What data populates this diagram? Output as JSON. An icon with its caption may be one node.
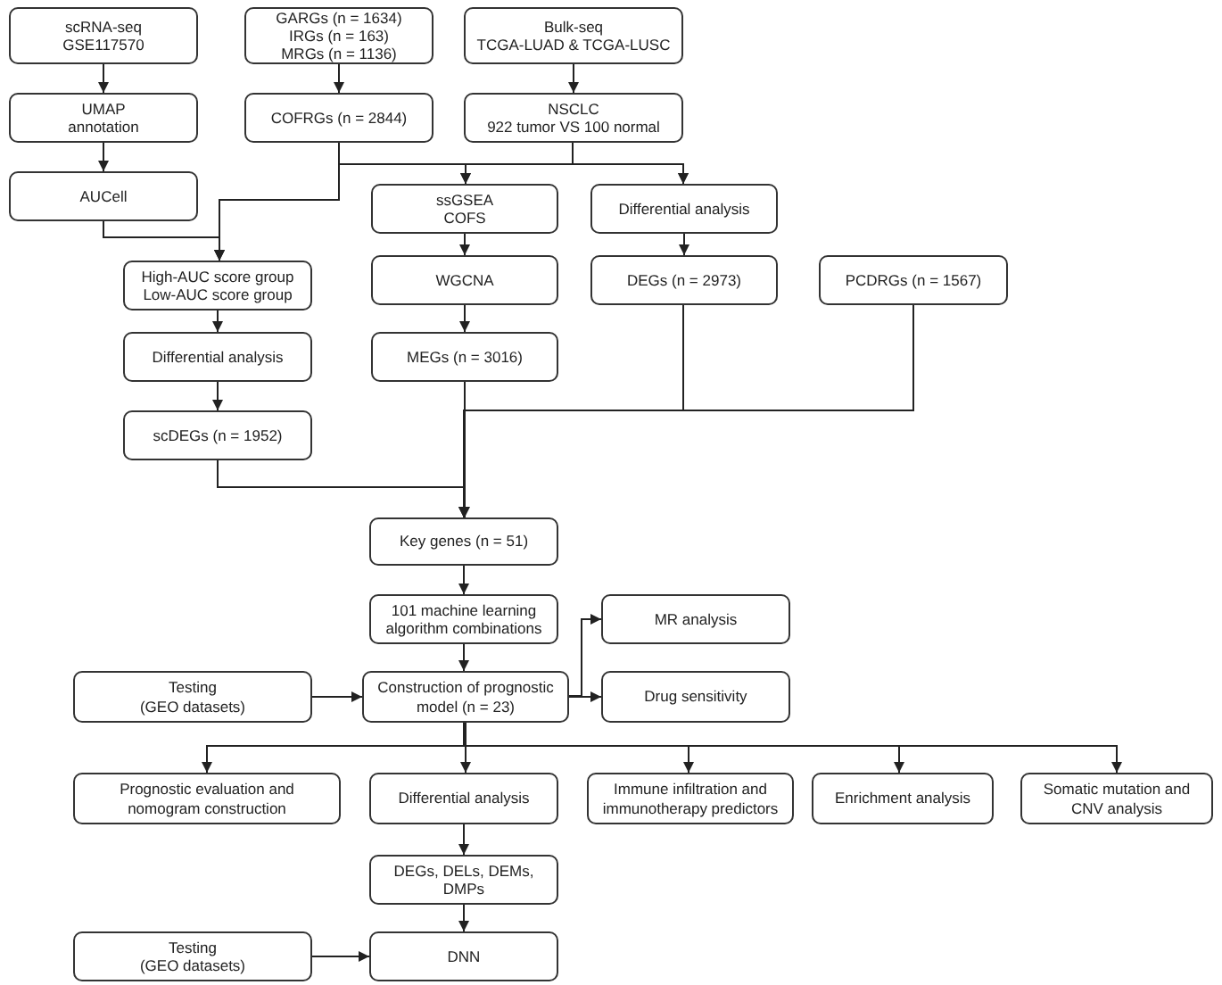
{
  "diagram": {
    "nodes": [
      {
        "text": [
          "scRNA-seq",
          "GSE117570"
        ]
      },
      {
        "text": [
          "GARGs (n = 1634)",
          "IRGs (n = 163)",
          "MRGs (n = 1136)"
        ]
      },
      {
        "text": [
          "Bulk-seq",
          "TCGA-LUAD & TCGA-LUSC"
        ]
      },
      {
        "text": [
          "UMAP",
          "annotation"
        ]
      },
      {
        "text": [
          "COFRGs (n = 2844)"
        ]
      },
      {
        "text": [
          "NSCLC",
          "922 tumor VS 100 normal"
        ]
      },
      {
        "text": [
          "AUCell"
        ]
      },
      {
        "text": [
          "ssGSEA",
          "COFS"
        ]
      },
      {
        "text": [
          "Differential analysis"
        ]
      },
      {
        "text": [
          "High-AUC score group",
          "Low-AUC score group"
        ]
      },
      {
        "text": [
          "WGCNA"
        ]
      },
      {
        "text": [
          "DEGs (n = 2973)"
        ]
      },
      {
        "text": [
          "PCDRGs (n = 1567)"
        ]
      },
      {
        "text": [
          "Differential analysis"
        ]
      },
      {
        "text": [
          "MEGs (n = 3016)"
        ]
      },
      {
        "text": [
          "scDEGs (n = 1952)"
        ]
      },
      {
        "text": [
          "Key genes (n = 51)"
        ]
      },
      {
        "text": [
          "101 machine learning algorithm combinations"
        ]
      },
      {
        "text": [
          "MR analysis"
        ]
      },
      {
        "text": [
          "Testing",
          "(GEO datasets)"
        ]
      },
      {
        "text": [
          "Construction of prognostic model (n = 23)"
        ]
      },
      {
        "text": [
          "Drug sensitivity"
        ]
      },
      {
        "text": [
          "Prognostic evaluation and nomogram construction"
        ]
      },
      {
        "text": [
          "Differential analysis"
        ]
      },
      {
        "text": [
          "Immune infiltration and immunotherapy predictors"
        ]
      },
      {
        "text": [
          "Enrichment analysis"
        ]
      },
      {
        "text": [
          "Somatic mutation and CNV analysis"
        ]
      },
      {
        "text": [
          "DEGs, DELs, DEMs, DMPs"
        ]
      },
      {
        "text": [
          "Testing",
          "(GEO datasets)"
        ]
      },
      {
        "text": [
          "DNN"
        ]
      }
    ],
    "edges": [
      {
        "from": 0,
        "to": 3,
        "arrow": "to"
      },
      {
        "from": 3,
        "to": 6,
        "arrow": "to"
      },
      {
        "from": 1,
        "to": 4,
        "arrow": "to"
      },
      {
        "from": 2,
        "to": 5,
        "arrow": "to"
      },
      {
        "from": 4,
        "to": 7,
        "arrow": "to"
      },
      {
        "from": 4,
        "to": 8,
        "arrow": "to"
      },
      {
        "from": 5,
        "to": 7,
        "arrow": "to"
      },
      {
        "from": 5,
        "to": 8,
        "arrow": "to"
      },
      {
        "from": 4,
        "to": 9,
        "arrow": "to"
      },
      {
        "from": 5,
        "to": 9,
        "arrow": "to"
      },
      {
        "from": 6,
        "to": 9,
        "arrow": "to"
      },
      {
        "from": 9,
        "to": 13,
        "arrow": "to"
      },
      {
        "from": 13,
        "to": 15,
        "arrow": "to"
      },
      {
        "from": 7,
        "to": 10,
        "arrow": "to"
      },
      {
        "from": 10,
        "to": 14,
        "arrow": "to"
      },
      {
        "from": 8,
        "to": 11,
        "arrow": "to"
      },
      {
        "from": 15,
        "to": 16,
        "arrow": "to"
      },
      {
        "from": 14,
        "to": 16,
        "arrow": "to"
      },
      {
        "from": 11,
        "to": 16,
        "arrow": "to"
      },
      {
        "from": 12,
        "to": 16,
        "arrow": "to"
      },
      {
        "from": 16,
        "to": 17,
        "arrow": "to"
      },
      {
        "from": 17,
        "to": 20,
        "arrow": "to"
      },
      {
        "from": 19,
        "to": 20,
        "arrow": "to"
      },
      {
        "from": 20,
        "to": 18,
        "arrow": "to"
      },
      {
        "from": 20,
        "to": 21,
        "arrow": "to"
      },
      {
        "from": 20,
        "to": 22,
        "arrow": "to"
      },
      {
        "from": 20,
        "to": 23,
        "arrow": "to"
      },
      {
        "from": 20,
        "to": 24,
        "arrow": "to"
      },
      {
        "from": 20,
        "to": 25,
        "arrow": "to"
      },
      {
        "from": 20,
        "to": 26,
        "arrow": "to"
      },
      {
        "from": 23,
        "to": 27,
        "arrow": "to"
      },
      {
        "from": 27,
        "to": 29,
        "arrow": "to"
      },
      {
        "from": 28,
        "to": 29,
        "arrow": "to"
      }
    ]
  }
}
